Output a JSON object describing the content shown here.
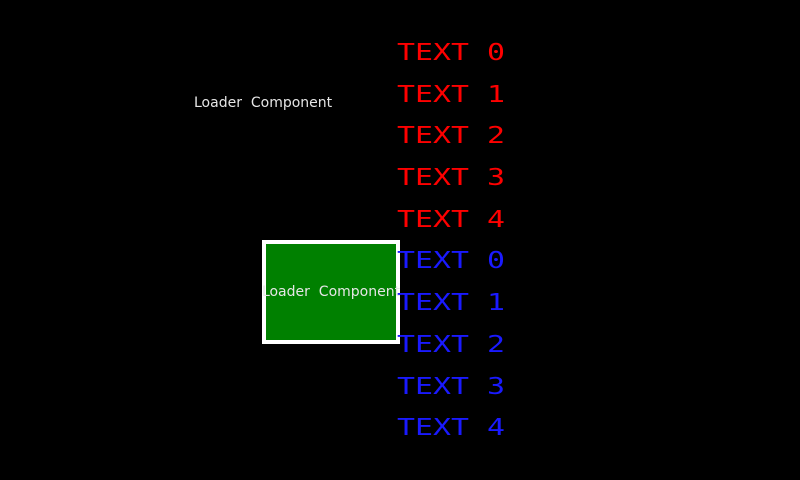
{
  "colors": {
    "background": "#000000",
    "red_text": "#ff0000",
    "blue_text": "#1a1aff",
    "box_fill": "#008000",
    "box_border": "#ffffff",
    "label_text": "#e6e6e6"
  },
  "floating_label": {
    "text": "Loader  Component"
  },
  "loader_box": {
    "label": "Loader  Component"
  },
  "text_list": {
    "items": [
      {
        "label": "TEXT 0",
        "color": "red"
      },
      {
        "label": "TEXT 1",
        "color": "red"
      },
      {
        "label": "TEXT 2",
        "color": "red"
      },
      {
        "label": "TEXT 3",
        "color": "red"
      },
      {
        "label": "TEXT 4",
        "color": "red"
      },
      {
        "label": "TEXT 0",
        "color": "blue"
      },
      {
        "label": "TEXT 1",
        "color": "blue"
      },
      {
        "label": "TEXT 2",
        "color": "blue"
      },
      {
        "label": "TEXT 3",
        "color": "blue"
      },
      {
        "label": "TEXT 4",
        "color": "blue"
      }
    ]
  }
}
